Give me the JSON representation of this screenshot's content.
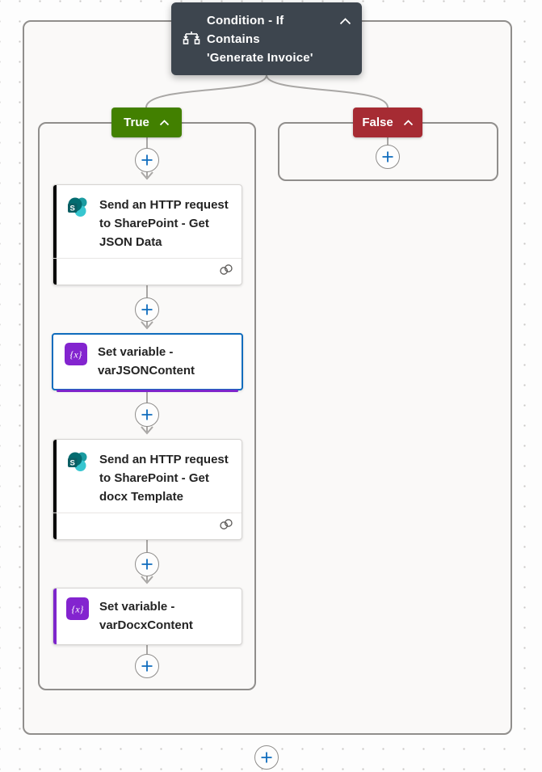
{
  "condition": {
    "title_lines": [
      "Condition - If",
      "Contains",
      "'Generate Invoice'"
    ],
    "title_full": "Condition - If Contains 'Generate Invoice'",
    "bg_color": "#3D454E"
  },
  "branches": {
    "true": {
      "label": "True",
      "color": "#428000"
    },
    "false": {
      "label": "False",
      "color": "#A62B33"
    }
  },
  "true_actions": [
    {
      "connector": "sharepoint",
      "title": "Send an HTTP request to SharePoint - Get JSON Data",
      "selected": false,
      "accent_color": "#000000",
      "footer_icon": "connection-icon"
    },
    {
      "connector": "variable",
      "title": "Set variable - varJSONContent",
      "selected": true,
      "accent_color": "#7D26CB"
    },
    {
      "connector": "sharepoint",
      "title": "Send an HTTP request to SharePoint - Get docx Template",
      "selected": false,
      "accent_color": "#000000",
      "footer_icon": "connection-icon"
    },
    {
      "connector": "variable",
      "title": "Set variable - varDocxContent",
      "selected": false,
      "accent_color": "#7D26CB"
    }
  ],
  "false_actions": [],
  "icons": {
    "sharepoint_letter": "S",
    "variable_glyph": "{x}",
    "plus_color": "#0F6CBD"
  },
  "colors": {
    "selection_border": "#0F6CBD",
    "connector_line": "#a9a7a5",
    "scope_background": "#FAF9F8",
    "sharepoint_teal_dark": "#036C70",
    "sharepoint_teal_mid": "#1A9BA1",
    "sharepoint_teal_light": "#37C6D0",
    "variable_purple": "#8324CF"
  }
}
